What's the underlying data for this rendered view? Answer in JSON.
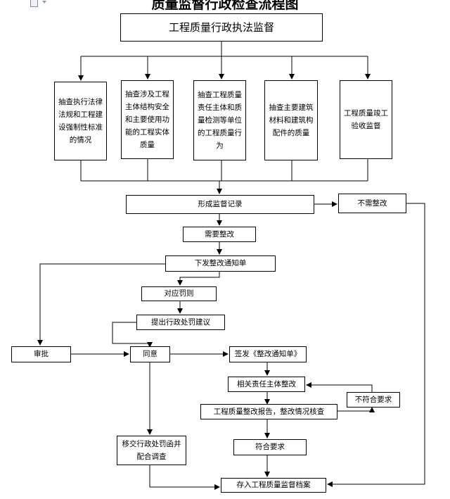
{
  "title": "质量监督行政检查流程图",
  "icons": {
    "document": "document-icon",
    "dropdown": "caret-down-icon"
  },
  "nodes": {
    "main": "工程质量行政执法监督",
    "check_laws": "抽查执行法律法规和工程建设强制性标准的情况",
    "check_structure": "抽查涉及工程主体结构安全和主要使用功能的工程实体质量",
    "check_parties": "抽查工程质量责任主体和质量检测等单位的工程质量行为",
    "check_materials": "抽查主要建筑材料和建筑构配件的质量",
    "check_acceptance": "工程质量竣工验收监督",
    "record": "形成监督记录",
    "no_rectify": "不需整改",
    "need_rectify": "需要整改",
    "issue_notice": "下发整改通知单",
    "penalty": "对应罚则",
    "suggest_penalty": "提出行政处罚建议",
    "approve": "审批",
    "agree": "同意",
    "sign_notice": "签发《整改通知单》",
    "rectify": "相关责任主体整改",
    "not_compliant": "不符合要求",
    "report_check": "工程质量整改报告，整改情况核查",
    "compliant": "符合要求",
    "transfer": "移交行政处罚函并配合调查",
    "archive": "存入工程质量监督档案"
  }
}
